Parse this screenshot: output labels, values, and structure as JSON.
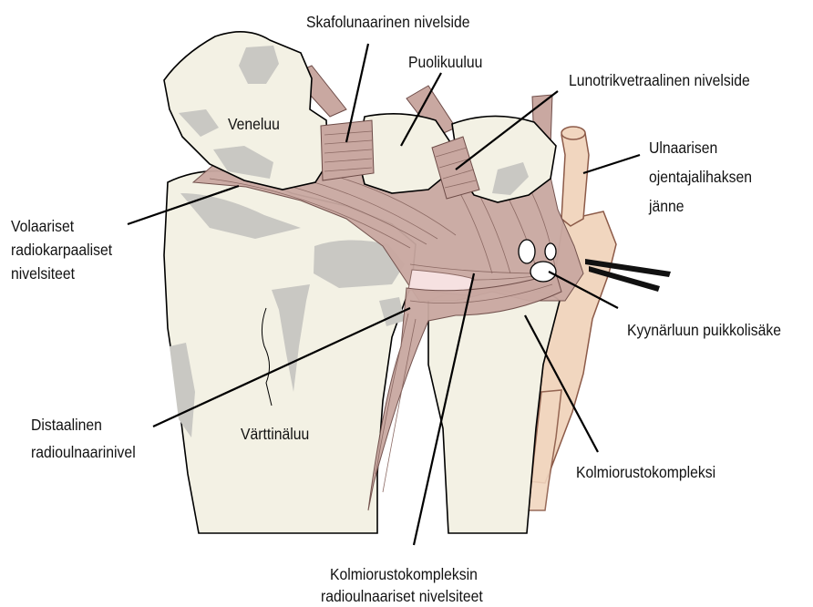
{
  "labels": {
    "scapholunate": "Skafolunaarinen nivelside",
    "lunate": "Puolikuuluu",
    "lunotriquetral": "Lunotrikvetraalinen nivelside",
    "scaphoid": "Veneluu",
    "ecu_tendon": [
      "Ulnaarisen",
      "ojentajalihaksen",
      "jänne"
    ],
    "volar_radiocarpal": [
      "Volaariset",
      "radiokarpaaliset",
      "nivelsiteet"
    ],
    "ulnar_styloid": "Kyynärluun puikkolisäke",
    "druj": [
      "Distaalinen",
      "radioulnaarinivel"
    ],
    "radius": "Värttinäluu",
    "tfcc": "Kolmiorustokompleksi",
    "tfcc_ligaments": [
      "Kolmiorustokompleksin",
      "radioulnaariset nivelsiteet"
    ]
  }
}
